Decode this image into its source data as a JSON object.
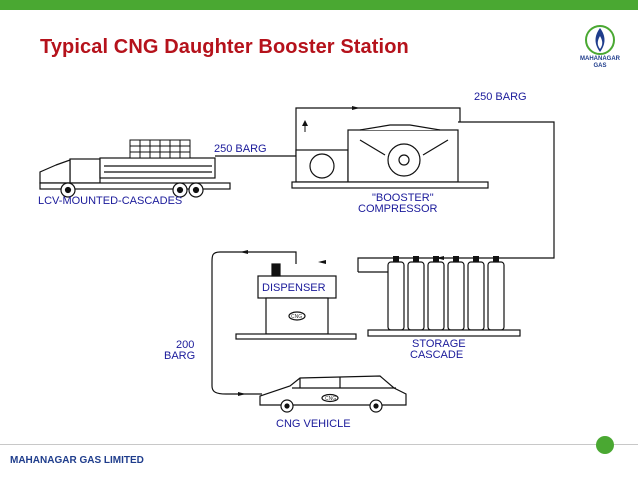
{
  "slide": {
    "title": "Typical CNG Daughter Booster Station",
    "footer": "MAHANAGAR GAS LIMITED"
  },
  "logo": {
    "name_line1": "MAHANAGAR",
    "name_line2": "GAS",
    "icon": "gas-flame-icon"
  },
  "diagram": {
    "labels": {
      "truck": "LCV-MOUNTED-CASCADES",
      "truck_pressure": "250 BARG",
      "compressor_line1": "\"BOOSTER\"",
      "compressor_line2": "COMPRESSOR",
      "outlet_pressure": "250 BARG",
      "dispenser": "DISPENSER",
      "vehicle_pressure_value": "200",
      "vehicle_pressure_unit": "BARG",
      "storage_line1": "STORAGE",
      "storage_line2": "CASCADE",
      "vehicle": "CNG VEHICLE",
      "cng_tag": "CNG"
    }
  },
  "colors": {
    "accent_green": "#4aa832",
    "title_red": "#b5121b",
    "label_blue": "#1a1a9a",
    "brand_blue": "#1f3d8c"
  }
}
